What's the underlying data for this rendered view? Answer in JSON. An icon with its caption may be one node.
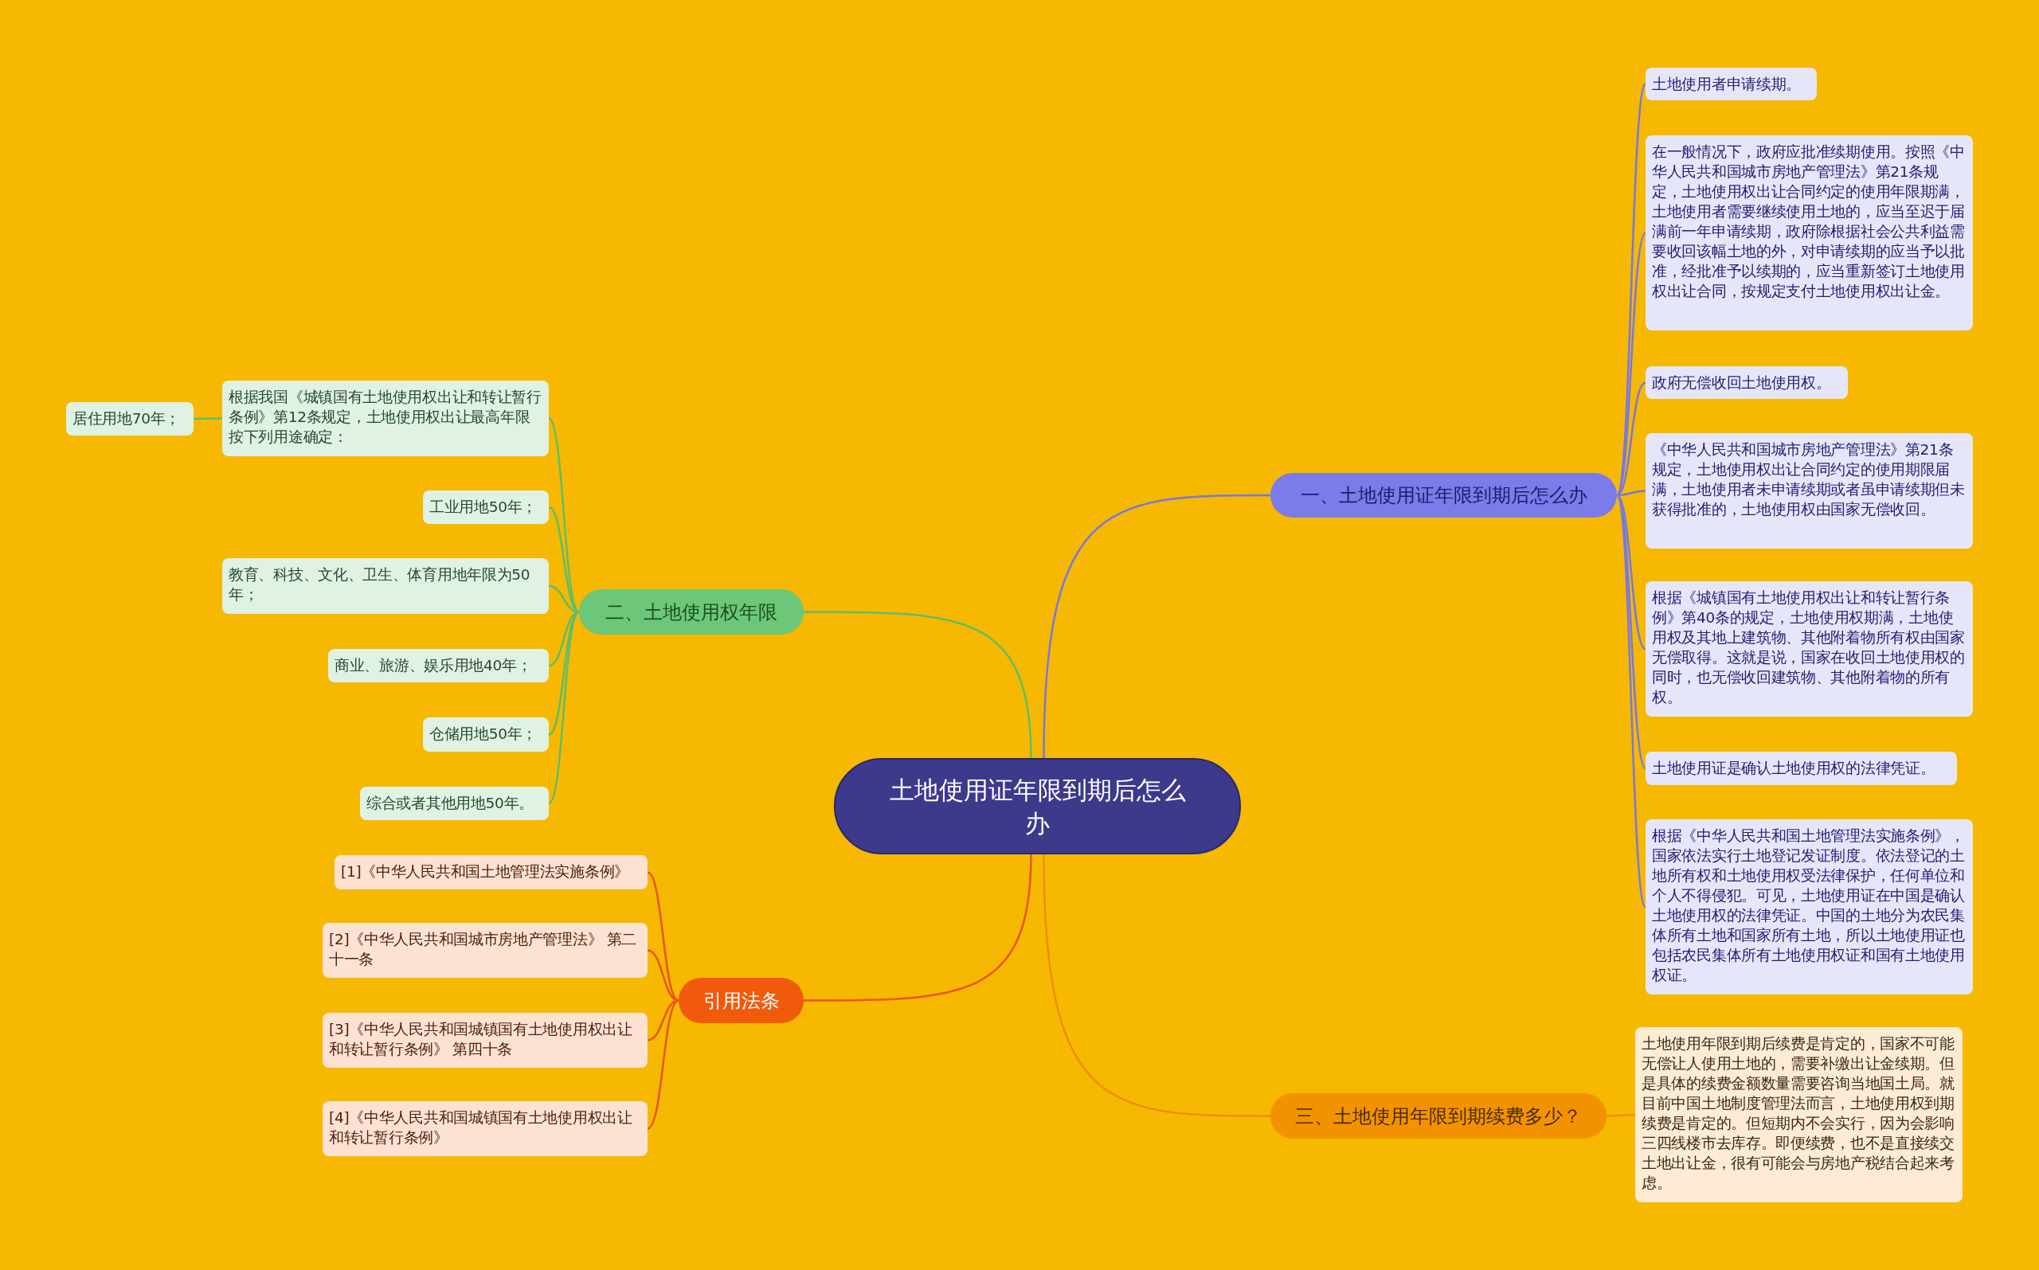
{
  "diagram": {
    "nodes": [
      {
        "text": [
          "土地使用证年限到期后怎么办"
        ]
      },
      {
        "text": [
          "一、土地使用证年限到期后怎么办"
        ]
      },
      {
        "text": [
          "土地使用者申请续期。"
        ]
      },
      {
        "text": [
          "在一般情况下，政府应批准续期使用。按照《中华人民共和国城市房地产管理法》第21条规定，土地使用权出让合同约定的使用年限期满，土地使用者需要继续使用土地的，应当至迟于届满前一年申请续期，政府除根据社会公共利益需要收回该幅土地的外，对申请续期的应当予以批准，经批准予以续期的，应当重新签订土地使用权出让合同，按规定支付土地使用权出让金。"
        ]
      },
      {
        "text": [
          "政府无偿收回土地使用权。"
        ]
      },
      {
        "text": [
          "《中华人民共和国城市房地产管理法》第21条规定，土地使用权出让合同约定的使用期限届满，土地使用者未申请续期或者虽申请续期但未获得批准的，土地使用权由国家无偿收回。"
        ]
      },
      {
        "text": [
          "根据《城镇国有土地使用权出让和转让暂行条例》第40条的规定，土地使用权期满，土地使用权及其地上建筑物、其他附着物所有权由国家无偿取得。这就是说，国家在收回土地使用权的同时，也无偿收回建筑物、其他附着物的所有权。"
        ]
      },
      {
        "text": [
          "土地使用证是确认土地使用权的法律凭证。"
        ]
      },
      {
        "text": [
          "根据《中华人民共和国土地管理法实施条例》，国家依法实行土地登记发证制度。依法登记的土地所有权和土地使用权受法律保护，任何单位和个人不得侵犯。可见，土地使用证在中国是确认土地使用权的法律凭证。中国的土地分为农民集体所有土地和国家所有土地，所以土地使用证也包括农民集体所有土地使用权证和国有土地使用权证。"
        ]
      },
      {
        "text": [
          "二、土地使用权年限"
        ]
      },
      {
        "text": [
          "根据我国《城镇国有土地使用权出让和转让暂行条例》第12条规定，土地使用权出让最高年限按下列用途确定："
        ]
      },
      {
        "text": [
          "居住用地70年；"
        ]
      },
      {
        "text": [
          "工业用地50年；"
        ]
      },
      {
        "text": [
          "教育、科技、文化、卫生、体育用地年限为50年；"
        ]
      },
      {
        "text": [
          "商业、旅游、娱乐用地40年；"
        ]
      },
      {
        "text": [
          "仓储用地50年；"
        ]
      },
      {
        "text": [
          "综合或者其他用地50年。"
        ]
      },
      {
        "text": [
          "引用法条"
        ]
      },
      {
        "text": [
          "[1]《中华人民共和国土地管理法实施条例》"
        ]
      },
      {
        "text": [
          "[2]《中华人民共和国城市房地产管理法》 第二十一条"
        ]
      },
      {
        "text": [
          "[3]《中华人民共和国城镇国有土地使用权出让和转让暂行条例》 第四十条"
        ]
      },
      {
        "text": [
          "[4]《中华人民共和国城镇国有土地使用权出让和转让暂行条例》"
        ]
      },
      {
        "text": [
          "三、土地使用年限到期续费多少？"
        ]
      },
      {
        "text": [
          "土地使用年限到期后续费是肯定的，国家不可能无偿让人使用土地的，需要补缴出让金续期。但是具体的续费金额数量需要咨询当地国土局。就目前中国土地制度管理法而言，土地使用权到期续费是肯定的。但短期内不会实行，因为会影响三四线楼市去库存。即便续费，也不是直接续交土地出让金，很有可能会与房地产税结合起来考虑。"
        ]
      }
    ],
    "edges": [
      {
        "from": 0,
        "to": 1,
        "arrow": "none"
      },
      {
        "from": 1,
        "to": 2,
        "arrow": "none"
      },
      {
        "from": 1,
        "to": 3,
        "arrow": "none"
      },
      {
        "from": 1,
        "to": 4,
        "arrow": "none"
      },
      {
        "from": 1,
        "to": 5,
        "arrow": "none"
      },
      {
        "from": 1,
        "to": 6,
        "arrow": "none"
      },
      {
        "from": 1,
        "to": 7,
        "arrow": "none"
      },
      {
        "from": 1,
        "to": 8,
        "arrow": "none"
      },
      {
        "from": 0,
        "to": 9,
        "arrow": "none",
        "color": "#5dbe6a"
      },
      {
        "from": 9,
        "to": 10,
        "arrow": "none",
        "color": "#5dbe6a"
      },
      {
        "from": 10,
        "to": 11,
        "arrow": "none",
        "color": "#5dbe6a"
      },
      {
        "from": 9,
        "to": 12,
        "arrow": "none",
        "color": "#5dbe6a"
      },
      {
        "from": 9,
        "to": 13,
        "arrow": "none",
        "color": "#5dbe6a"
      },
      {
        "from": 9,
        "to": 14,
        "arrow": "none",
        "color": "#5dbe6a"
      },
      {
        "from": 9,
        "to": 15,
        "arrow": "none",
        "color": "#5dbe6a"
      },
      {
        "from": 9,
        "to": 16,
        "arrow": "none",
        "color": "#5dbe6a"
      },
      {
        "from": 0,
        "to": 17,
        "arrow": "none",
        "color": "#e8541a"
      },
      {
        "from": 17,
        "to": 18,
        "arrow": "none",
        "color": "#e8541a"
      },
      {
        "from": 17,
        "to": 19,
        "arrow": "none",
        "color": "#e8541a"
      },
      {
        "from": 17,
        "to": 20,
        "arrow": "none",
        "color": "#e8541a"
      },
      {
        "from": 17,
        "to": 21,
        "arrow": "none",
        "color": "#e8541a"
      },
      {
        "from": 0,
        "to": 22,
        "arrow": "none",
        "color": "#f08c00"
      },
      {
        "from": 22,
        "to": 23,
        "arrow": "none",
        "color": "#f08c00"
      }
    ]
  }
}
